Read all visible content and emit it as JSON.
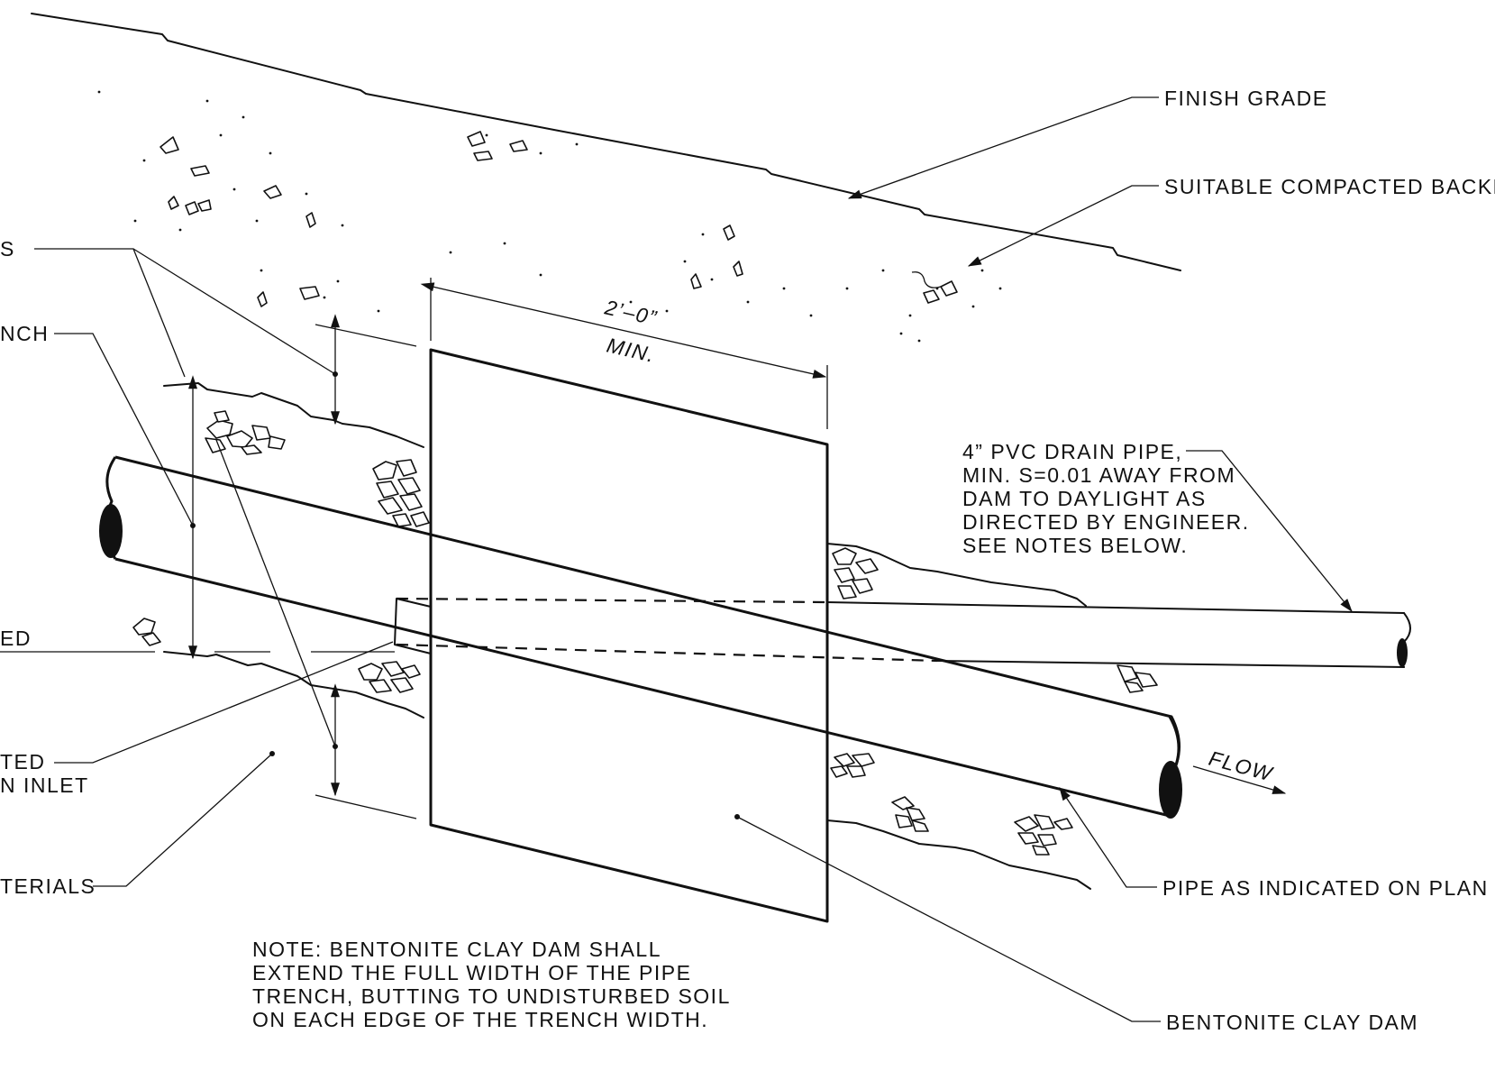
{
  "labels": {
    "finish_grade": "FINISH GRADE",
    "backfill": "SUITABLE COMPACTED BACKFILL",
    "left_1": "S",
    "left_2": "NCH",
    "left_3": "ED",
    "left_4a": "TED",
    "left_4b": "N  INLET",
    "left_5": "TERIALS",
    "dim_value": "2’–0”",
    "dim_min": "MIN.",
    "drain_pipe": [
      "4”  PVC  DRAIN  PIPE,",
      "MIN.  S=0.01  AWAY  FROM",
      "DAM  TO  DAYLIGHT  AS",
      "DIRECTED  BY  ENGINEER.",
      "SEE  NOTES  BELOW."
    ],
    "flow": "FLOW",
    "pipe_plan": "PIPE  AS  INDICATED  ON  PLAN",
    "clay_dam": "BENTONITE  CLAY  DAM",
    "note": [
      "NOTE:  BENTONITE  CLAY  DAM  SHALL",
      "EXTEND  THE  FULL  WIDTH  OF  THE  PIPE",
      "TRENCH,  BUTTING  TO  UNDISTURBED  SOIL",
      "ON  EACH  EDGE  OF  THE  TRENCH  WIDTH."
    ]
  }
}
